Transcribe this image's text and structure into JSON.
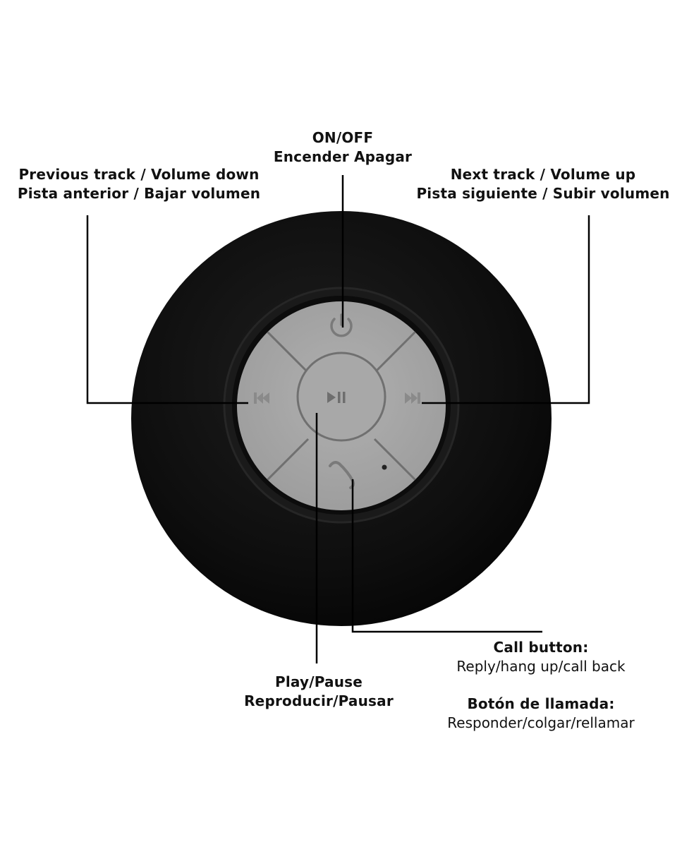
{
  "labels": {
    "power": {
      "line1": "ON/OFF",
      "line2": "Encender Apagar"
    },
    "previous": {
      "line1": "Previous track / Volume down",
      "line2": "Pista anterior / Bajar volumen"
    },
    "next": {
      "line1": "Next track / Volume up",
      "line2": "Pista siguiente / Subir volumen"
    },
    "play_pause": {
      "line1": "Play/Pause",
      "line2": "Reproducir/Pausar"
    },
    "call": {
      "title_en": "Call button:",
      "desc_en": "Reply/hang up/call back",
      "title_es": "Botón de llamada:",
      "desc_es": "Responder/colgar/rellamar"
    }
  },
  "device": {
    "name": "shower-speaker",
    "body_color": "#0d0d0d",
    "ring_color": "#1c1c1c",
    "button_color": "#a6a6a6",
    "groove_color": "#6f6f6f",
    "buttons": [
      "power",
      "previous",
      "play-pause",
      "next",
      "call"
    ],
    "icons": [
      "power-icon",
      "previous-track-icon",
      "play-pause-icon",
      "next-track-icon",
      "phone-icon",
      "microphone-dot"
    ]
  },
  "colors": {
    "leader_line": "#000000",
    "text": "#111111",
    "background": "#ffffff"
  }
}
